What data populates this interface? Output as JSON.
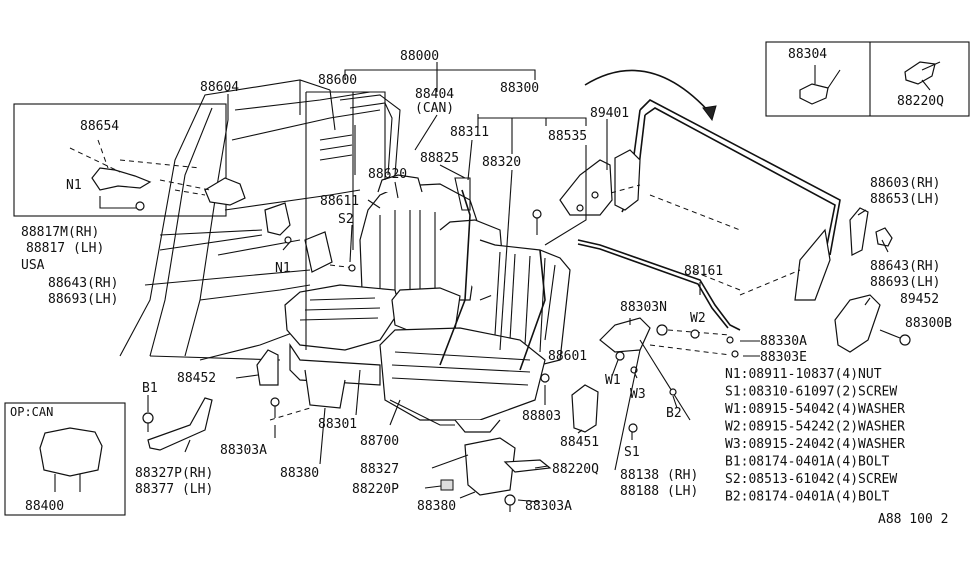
{
  "labels": {
    "p88000": "88000",
    "p88600": "88600",
    "p88404": "88404",
    "can": "(CAN)",
    "p88300": "88300",
    "p88604": "88604",
    "p88654": "88654",
    "n1a": "N1",
    "p88311": "88311",
    "p88535": "88535",
    "p89401": "89401",
    "p88825": "88825",
    "p88320": "88320",
    "p88620": "88620",
    "p88611": "88611",
    "s2": "S2",
    "p88817m": "88817M(RH)",
    "p88817": "88817 (LH)",
    "usa": "USA",
    "n1b": "N1",
    "p88643a": "88643(RH)",
    "p88693a": "88693(LH)",
    "p88304": "88304",
    "p88220q_box": "88220Q",
    "p88603": "88603(RH)",
    "p88653": "88653(LH)",
    "p88643b": "88643(RH)",
    "p88693b": "88693(LH)",
    "p88161": "88161",
    "p89452": "89452",
    "p88303n": "88303N",
    "w2": "W2",
    "p88330a": "88330A",
    "p88300b": "88300B",
    "p88303e": "88303E",
    "p88601": "88601",
    "w1": "W1",
    "w3": "W3",
    "b2": "B2",
    "p88452": "88452",
    "b1": "B1",
    "p88803": "88803",
    "p88301": "88301",
    "p88700": "88700",
    "p88451": "88451",
    "s1": "S1",
    "p88303a_l": "88303A",
    "p88327p": "88327P(RH)",
    "p88377": "88377 (LH)",
    "p88380_l": "88380",
    "p88327": "88327",
    "p88220q": "88220Q",
    "p88220p": "88220P",
    "p88380_b": "88380",
    "p88303a_b": "88303A",
    "p88138": "88138 (RH)",
    "p88188": "88188 (LH)",
    "opcan": "OP:CAN",
    "p88400": "88400",
    "diagram_code": "A88 100 2"
  },
  "fastener_legend": [
    {
      "code": "N1",
      "part": "08911-10837",
      "qty": "(4)",
      "type": "NUT"
    },
    {
      "code": "S1",
      "part": "08310-61097",
      "qty": "(2)",
      "type": "SCREW"
    },
    {
      "code": "W1",
      "part": "08915-54042",
      "qty": "(4)",
      "type": "WASHER"
    },
    {
      "code": "W2",
      "part": "08915-54242",
      "qty": "(2)",
      "type": "WASHER"
    },
    {
      "code": "W3",
      "part": "08915-24042",
      "qty": "(4)",
      "type": "WASHER"
    },
    {
      "code": "B1",
      "part": "08174-0401A",
      "qty": "(4)",
      "type": "BOLT"
    },
    {
      "code": "S2",
      "part": "08513-61042",
      "qty": "(4)",
      "type": "SCREW"
    },
    {
      "code": "B2",
      "part": "08174-0401A",
      "qty": "(4)",
      "type": "BOLT"
    }
  ]
}
